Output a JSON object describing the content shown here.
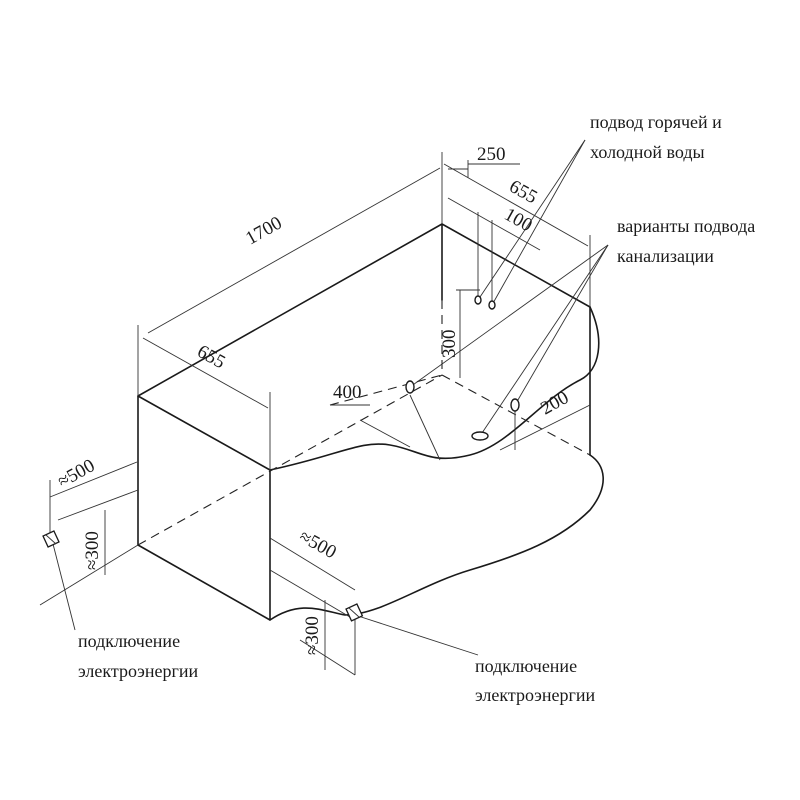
{
  "dimensions": {
    "length": "1700",
    "width_left": "655",
    "width_right": "655",
    "offset_250": "250",
    "offset_100": "100",
    "height_300": "300",
    "drain_400": "400",
    "drain_200": "200",
    "socket_left_500": "≈500",
    "socket_left_300": "≈300",
    "socket_right_500": "≈500",
    "socket_right_300": "≈300"
  },
  "notes": {
    "water_line1": "подвод горячей и",
    "water_line2": "холодной воды",
    "drain_line1": "варианты подвода",
    "drain_line2": "канализации",
    "power_left_line1": "подключение",
    "power_left_line2": "электроэнергии",
    "power_right_line1": "подключение",
    "power_right_line2": "электроэнергии"
  }
}
